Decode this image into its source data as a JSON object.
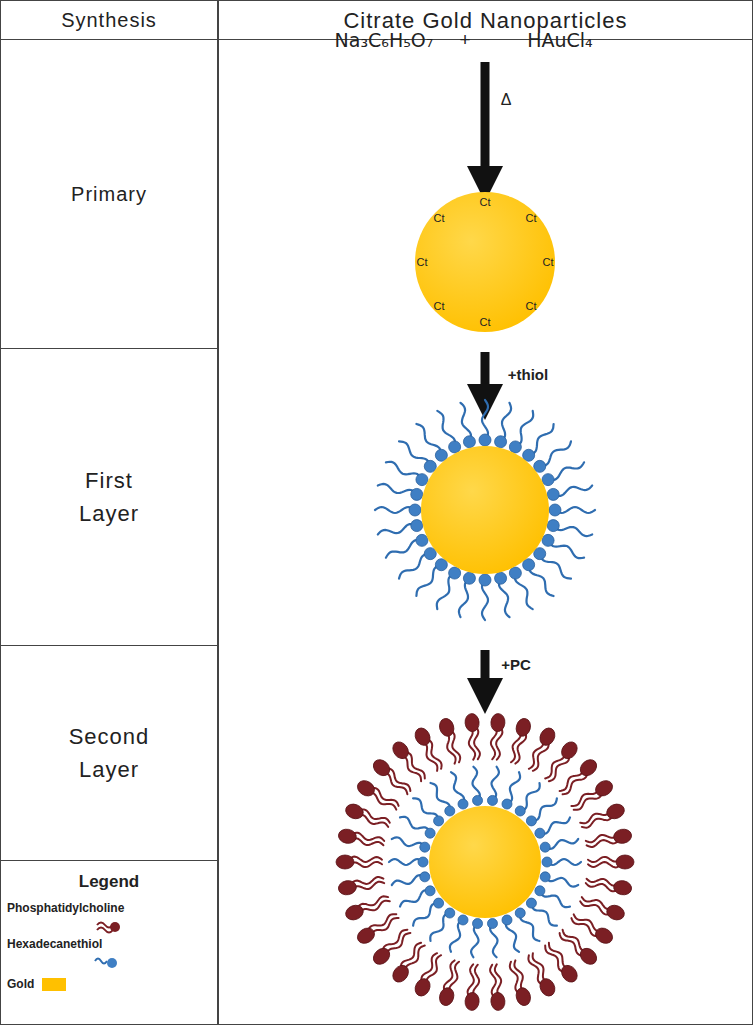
{
  "diagram": {
    "nodes": [
      {
        "text": [
          "Synthesis"
        ]
      },
      {
        "text": [
          "Citrate Gold Nanoparticles"
        ]
      },
      {
        "text": [
          "Primary"
        ]
      },
      {
        "text": [
          "First Layer"
        ]
      },
      {
        "text": [
          "Second Layer"
        ]
      },
      {
        "text": [
          "Legend"
        ]
      }
    ],
    "labels": [
      "Na₃C₆H₅O₇",
      "+",
      "HAuCl₄",
      "Δ",
      "Ct",
      "Ct",
      "Ct",
      "Ct",
      "Ct",
      "Ct",
      "Ct",
      "Ct",
      "+thiol",
      "+PC"
    ],
    "legend": [
      {
        "text": "Phosphatidylcholine"
      },
      {
        "text": "Hexadecanethiol"
      },
      {
        "text": "Gold",
        "color": "#ffc000"
      }
    ]
  }
}
